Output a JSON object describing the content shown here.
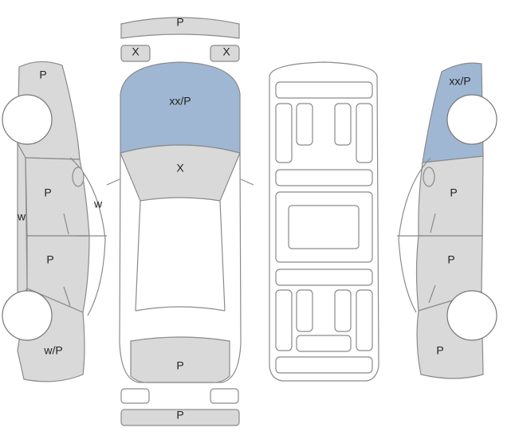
{
  "colors": {
    "painted": "#9fb7d3",
    "repaired": "#d9d9d9",
    "outline": "#8a8a8a",
    "background": "#ffffff"
  },
  "legend_codes": [
    "P",
    "X",
    "xx/P",
    "w",
    "w/P"
  ],
  "top_view": {
    "front_bumper": "P",
    "front_left_corner": "X",
    "front_right_corner": "X",
    "hood": "xx/P",
    "windshield": "X",
    "trunk": "P",
    "rear_bumper": "P"
  },
  "left_side": {
    "front_fender": "P",
    "front_door": "P",
    "rear_door": "P",
    "rear_quarter": "w/P",
    "sill": "w",
    "mirror": "w"
  },
  "right_side": {
    "front_fender": "xx/P",
    "front_door": "P",
    "rear_door": "P",
    "rear_quarter": "P"
  }
}
